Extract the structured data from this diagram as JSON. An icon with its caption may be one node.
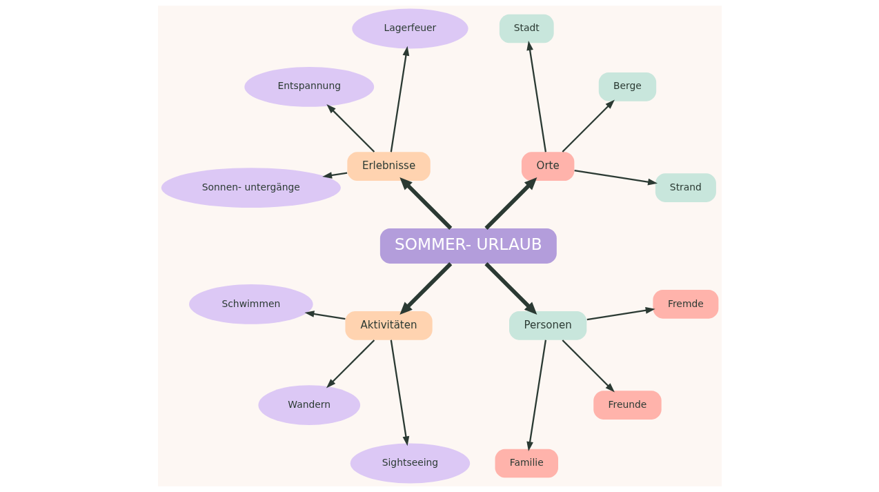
{
  "diagram": {
    "nodes": [
      {
        "text": [
          "SOMMER- URLAUB"
        ]
      },
      {
        "text": [
          "Orte"
        ]
      },
      {
        "text": [
          "Strand"
        ]
      },
      {
        "text": [
          "Berge"
        ]
      },
      {
        "text": [
          "Stadt"
        ]
      },
      {
        "text": [
          "Erlebnisse"
        ]
      },
      {
        "text": [
          "Lagerfeuer"
        ]
      },
      {
        "text": [
          "Entspannung"
        ]
      },
      {
        "text": [
          "Sonnen- untergänge"
        ]
      },
      {
        "text": [
          "Aktivitäten"
        ]
      },
      {
        "text": [
          "Schwimmen"
        ]
      },
      {
        "text": [
          "Wandern"
        ]
      },
      {
        "text": [
          "Sightseeing"
        ]
      },
      {
        "text": [
          "Personen"
        ]
      },
      {
        "text": [
          "Familie"
        ]
      },
      {
        "text": [
          "Freunde"
        ]
      },
      {
        "text": [
          "Fremde"
        ]
      }
    ],
    "edges": [
      {
        "from": 0,
        "to": 1,
        "arrow": "to",
        "style": "thick"
      },
      {
        "from": 0,
        "to": 5,
        "arrow": "to",
        "style": "thick"
      },
      {
        "from": 0,
        "to": 9,
        "arrow": "to",
        "style": "thick"
      },
      {
        "from": 0,
        "to": 13,
        "arrow": "to",
        "style": "thick"
      },
      {
        "from": 1,
        "to": 2,
        "arrow": "to"
      },
      {
        "from": 1,
        "to": 3,
        "arrow": "to"
      },
      {
        "from": 1,
        "to": 4,
        "arrow": "to"
      },
      {
        "from": 5,
        "to": 6,
        "arrow": "to"
      },
      {
        "from": 5,
        "to": 7,
        "arrow": "to"
      },
      {
        "from": 5,
        "to": 8,
        "arrow": "to"
      },
      {
        "from": 9,
        "to": 10,
        "arrow": "to"
      },
      {
        "from": 9,
        "to": 11,
        "arrow": "to"
      },
      {
        "from": 9,
        "to": 12,
        "arrow": "to"
      },
      {
        "from": 13,
        "to": 14,
        "arrow": "to"
      },
      {
        "from": 13,
        "to": 15,
        "arrow": "to"
      },
      {
        "from": 13,
        "to": 16,
        "arrow": "to"
      }
    ]
  }
}
